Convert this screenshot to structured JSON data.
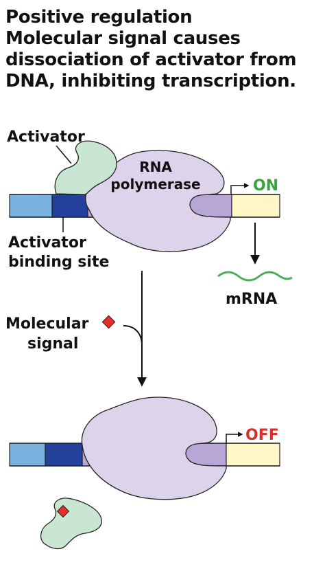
{
  "title": {
    "line1": "Positive regulation",
    "line2": "Molecular signal causes",
    "line3": "dissociation of activator from",
    "line4": "DNA, inhibiting transcription."
  },
  "labels": {
    "activator": "Activator",
    "rna_polymerase_1": "RNA",
    "rna_polymerase_2": "polymerase",
    "on": "ON",
    "off": "OFF",
    "activator_binding_site_1": "Activator",
    "activator_binding_site_2": "binding site",
    "mrna": "mRNA",
    "molecular_signal_1": "Molecular",
    "molecular_signal_2": "signal"
  },
  "colors": {
    "activator_fill": "#c9e6d2",
    "polymerase_fill": "#ddd3ea",
    "dna_light_blue": "#7ab3e0",
    "dna_dark_blue": "#23409a",
    "dna_purple": "#b8a6d6",
    "dna_yellow": "#fff6c8",
    "on_color": "#3aa241",
    "off_color": "#d8302b",
    "signal_color": "#e3302c",
    "mrna_color": "#4dae5a"
  }
}
